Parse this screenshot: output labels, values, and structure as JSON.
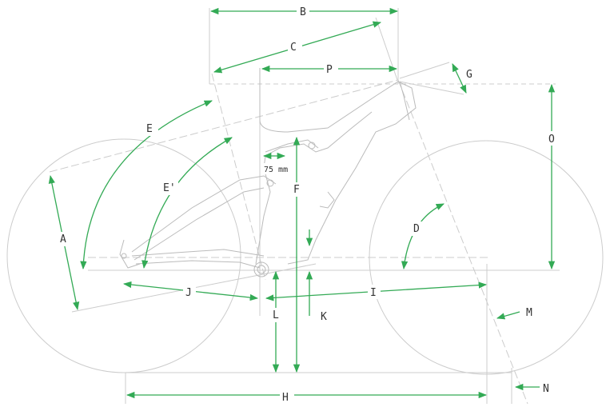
{
  "colors": {
    "outline": "#cccccc",
    "frame": "#bbbbbb",
    "dimension": "#33aa55",
    "label": "#333333",
    "background": "#ffffff"
  },
  "labels": {
    "A": "A",
    "B": "B",
    "C": "C",
    "D": "D",
    "E": "E",
    "E_prime": "E'",
    "F": "F",
    "G": "G",
    "H": "H",
    "I": "I",
    "J": "J",
    "K": "K",
    "L": "L",
    "M": "M",
    "N": "N",
    "O": "O",
    "P": "P",
    "travel": "75 mm"
  }
}
